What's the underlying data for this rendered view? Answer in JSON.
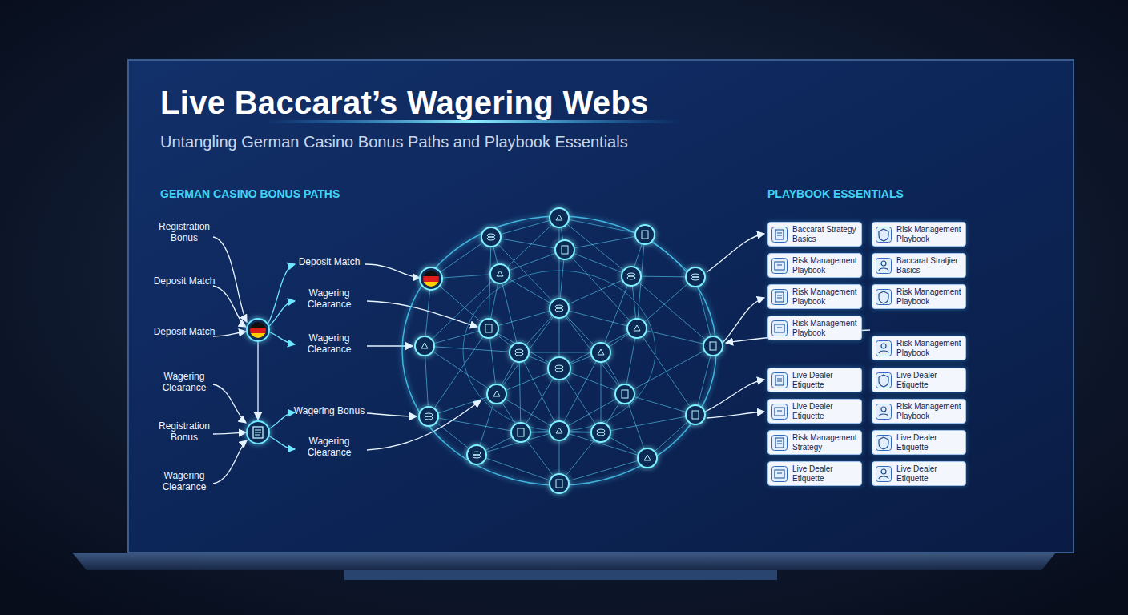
{
  "diagram": {
    "title": "Live Baccarat’s Wagering Webs",
    "nodes": [
      {
        "text": [
          "Baccarat Strategy Basics"
        ]
      },
      {
        "text": [
          "Risk Management Playbook"
        ]
      },
      {
        "text": [
          "Risk Management Playbook"
        ]
      },
      {
        "text": [
          "Baccarat Stratjier Basics"
        ]
      },
      {
        "text": [
          "Risk Management Playbook"
        ]
      },
      {
        "text": [
          "Risk Management Playbook"
        ]
      },
      {
        "text": [
          "Risk Management Playbook"
        ]
      },
      {
        "text": [
          "Risk Management Playbook"
        ]
      },
      {
        "text": [
          "Live Dealer Etiquette"
        ]
      },
      {
        "text": [
          "Live Dealer Etiquette"
        ]
      },
      {
        "text": [
          "Live Dealer Etiquette"
        ]
      },
      {
        "text": [
          "Risk Management Playbook"
        ]
      },
      {
        "text": [
          "Risk Management Strategy"
        ]
      },
      {
        "text": [
          "Live Dealer Etiquette"
        ]
      },
      {
        "text": [
          "Live Dealer Etiquette"
        ]
      },
      {
        "text": [
          "Live Dealer Etiquette"
        ]
      }
    ],
    "labels": [
      "Untangling German Casino Bonus Paths and Playbook Essentials",
      "GERMAN CASINO BONUS PATHS",
      "PLAYBOOK ESSENTIALS",
      "Registration Bonus",
      "Deposit Match",
      "Deposit Match",
      "Wagering Clearance",
      "Registration Bonus",
      "Wagering Clearance",
      "Deposit Match",
      "Wagering Clearance",
      "Wagering Clearance",
      "Wagering Bonus",
      "Wagering Clearance"
    ]
  }
}
